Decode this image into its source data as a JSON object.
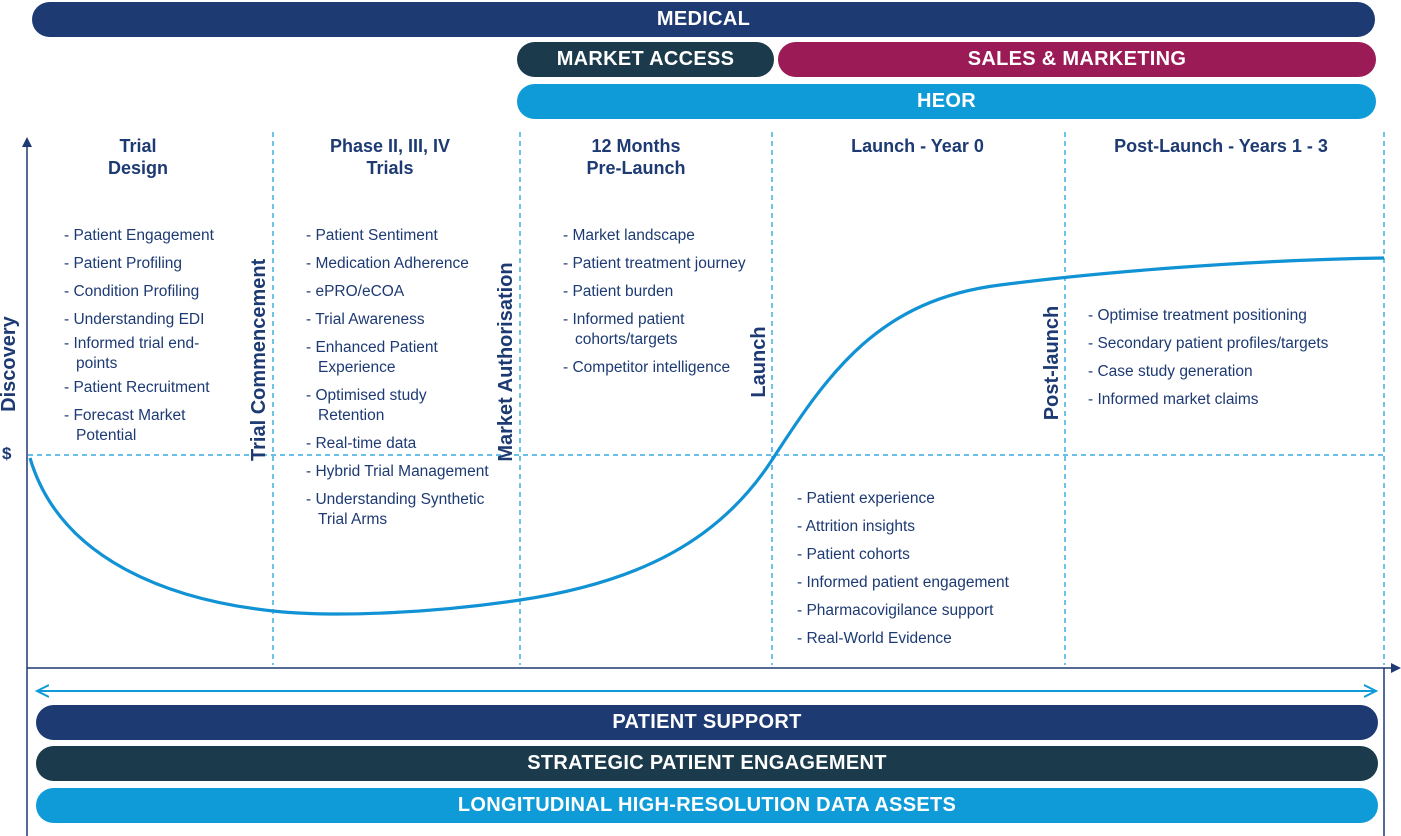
{
  "colors": {
    "navy": "#1d3a73",
    "dark_teal": "#1b3a4b",
    "magenta": "#9b1b56",
    "cyan": "#0f9bd7",
    "curve": "#1192d4"
  },
  "bands_top": {
    "medical": "MEDICAL",
    "market_access": "MARKET ACCESS",
    "sales_marketing": "SALES & MARKETING",
    "heor": "HEOR"
  },
  "bands_bottom": {
    "patient_support": "PATIENT SUPPORT",
    "strategic_engagement": "STRATEGIC PATIENT ENGAGEMENT",
    "data_assets": "LONGITUDINAL HIGH-RESOLUTION DATA ASSETS"
  },
  "axis": {
    "y_label": "Discovery",
    "dollar": "$"
  },
  "milestones": {
    "trial_commencement": "Trial Commencement",
    "market_authorisation": "Market Authorisation",
    "launch": "Launch",
    "post_launch": "Post-launch"
  },
  "phases": [
    {
      "title_line1": "Trial",
      "title_line2": "Design",
      "items": [
        "Patient Engagement",
        "Patient Profiling",
        "Condition Profiling",
        "Understanding EDI",
        "Informed trial end-points",
        "Patient Recruitment",
        "Forecast Market Potential"
      ]
    },
    {
      "title_line1": "Phase II, III, IV",
      "title_line2": "Trials",
      "items": [
        "Patient Sentiment",
        "Medication Adherence",
        "ePRO/eCOA",
        "Trial Awareness",
        "Enhanced Patient Experience",
        "Optimised study Retention",
        "Real-time data",
        "Hybrid Trial Management",
        "Understanding Synthetic Trial Arms"
      ]
    },
    {
      "title_line1": "12 Months",
      "title_line2": "Pre-Launch",
      "items": [
        "Market landscape",
        "Patient treatment journey",
        "Patient burden",
        "Informed patient cohorts/targets",
        "Competitor intelligence"
      ]
    },
    {
      "title_line1": "Launch - Year 0",
      "title_line2": "",
      "items": [
        "Patient experience",
        "Attrition insights",
        "Patient cohorts",
        "Informed patient engagement",
        "Pharmacovigilance support",
        "Real-World Evidence"
      ]
    },
    {
      "title_line1": "Post-Launch - Years 1 - 3",
      "title_line2": "",
      "items": [
        "Optimise treatment positioning",
        "Secondary patient profiles/targets",
        "Case study generation",
        "Informed market claims"
      ]
    }
  ]
}
